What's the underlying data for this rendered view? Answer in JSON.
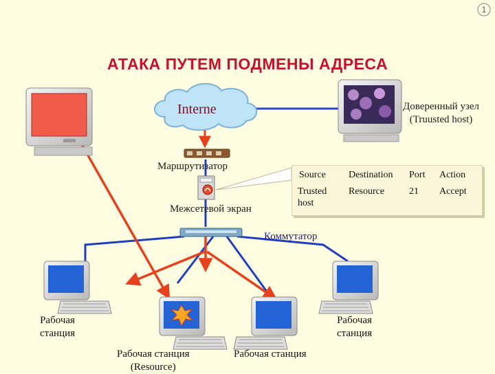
{
  "slide_number": "1",
  "title": "АТАКА ПУТЕМ ПОДМЕНЫ АДРЕСА",
  "cloud_label": "Interne",
  "trusted_host": {
    "line1": "Доверенный узел",
    "line2": "(Truusted host)"
  },
  "router_label": "Маршрутизатор",
  "firewall_label": "Межсетевой экран",
  "switch_label": "Коммутатор",
  "rule_table": {
    "headers": [
      "Source",
      "Destination",
      "Port",
      "Action"
    ],
    "row": {
      "source_line1": "Trusted",
      "source_line2": "host",
      "destination": "Resource",
      "port": "21",
      "action": "Accept"
    }
  },
  "workstations": {
    "left": {
      "line1": "Рабочая",
      "line2": "станция"
    },
    "resource": {
      "line1": "Рабочая станция",
      "line2": "(Resource)"
    },
    "middle": "Рабочая станция",
    "right": {
      "line1": "Рабочая",
      "line2": "станция"
    }
  },
  "colors": {
    "title": "#c8102e",
    "attack_arrow": "#e8401c",
    "network_line": "#1f3fbf",
    "background": "#fffde1"
  }
}
